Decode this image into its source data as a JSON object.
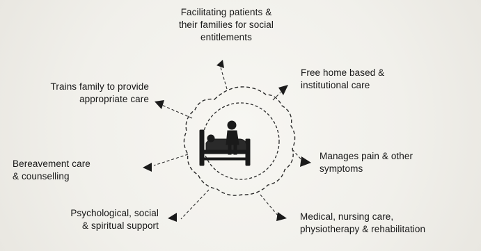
{
  "center_label": "patient in bed",
  "items": [
    {
      "id": "social-entitlements",
      "text": "Facilitating patients &\ntheir families for social\nentitlements"
    },
    {
      "id": "home-care",
      "text": "Free home based &\ninstitutional care"
    },
    {
      "id": "pain-management",
      "text": "Manages pain & other\nsymptoms"
    },
    {
      "id": "medical-care",
      "text": "Medical, nursing care,\nphysiotherapy & rehabilitation"
    },
    {
      "id": "psychosocial-support",
      "text": "Psychological, social\n& spiritual support"
    },
    {
      "id": "bereavement",
      "text": "Bereavement care\n& counselling"
    },
    {
      "id": "family-training",
      "text": "Trains family to provide\nappropriate care"
    }
  ]
}
